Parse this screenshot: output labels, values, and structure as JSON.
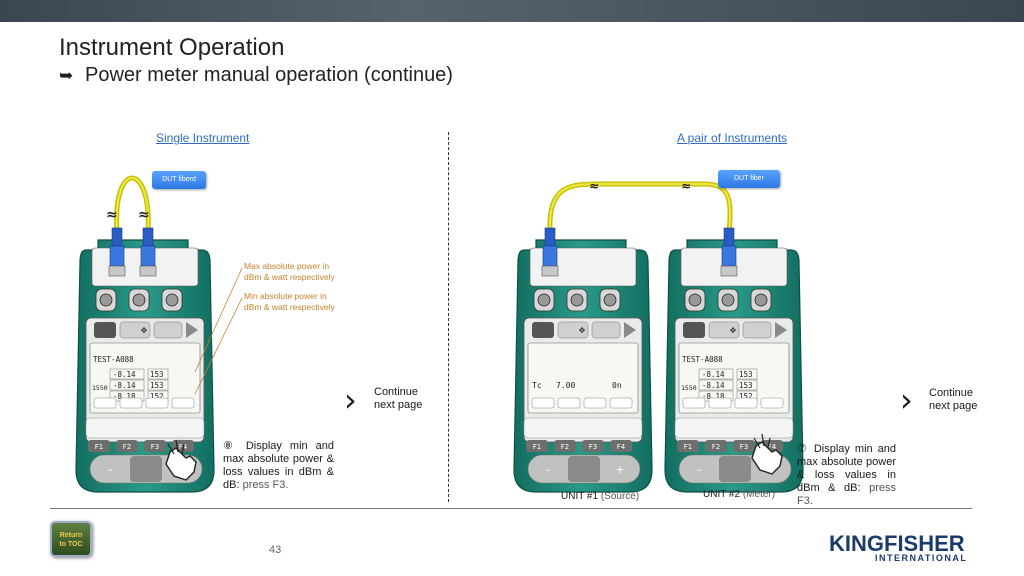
{
  "header": {
    "title": "Instrument Operation",
    "subtitle_arrow": "➥",
    "subtitle": "Power meter manual operation (continue)"
  },
  "left": {
    "heading": "Single Instrument",
    "callout": "DUT  fiberd",
    "note_max": "Max absolute power in dBm & watt respectively",
    "note_min": "Min absolute power in dBm & watt respectively",
    "continue_line1": "Continue",
    "continue_line2": "next page",
    "caption_main": "⑧ Display min and max absolute power & loss values in dBm & dB:",
    "caption_press": "press F3."
  },
  "right": {
    "heading": "A pair of Instruments",
    "callout": "DUT fiber",
    "continue_line1": "Continue",
    "continue_line2": "next page",
    "caption_main": "⑦ Display min and max absolute power & loss values in dBm & dB:",
    "caption_press": "press F3.",
    "unit1_label": "UNIT #1",
    "unit1_role": "(Source)",
    "unit2_label": "UNIT #2",
    "unit2_role": "(Meter)"
  },
  "instrument_text": {
    "test_label": "TEST-A088",
    "wavelength": "1550",
    "readings": [
      "-8.14",
      "-8.14",
      "-8.18"
    ],
    "watts": [
      "153",
      "153",
      "152"
    ],
    "source_value": "7.00",
    "source_unit": "0n",
    "source_prefix": "Tc",
    "fkeys": [
      "F1",
      "F2",
      "F3",
      "F4"
    ]
  },
  "footer": {
    "toc_line1": "Return",
    "toc_line2": "to TOC",
    "page_number": "43",
    "logo_main": "KINGFISHER",
    "logo_sub": "INTERNATIONAL"
  },
  "colors": {
    "accent_blue": "#2e6cc7",
    "note_orange": "#c6822e",
    "instrument_teal": "#1e8a7a",
    "fiber_yellow": "#d9d200",
    "logo_navy": "#1c3b6d"
  }
}
